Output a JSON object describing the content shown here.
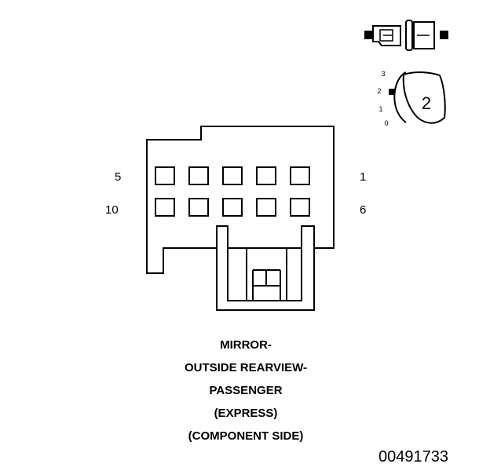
{
  "pin_labels": {
    "top_left": "5",
    "top_right": "1",
    "bottom_left": "10",
    "bottom_right": "6"
  },
  "caption": {
    "line1": "MIRROR-",
    "line2": "OUTSIDE REARVIEW-",
    "line3": "PASSENGER",
    "line4": "(EXPRESS)",
    "line5": "(COMPONENT SIDE)"
  },
  "figure_number": "00491733",
  "key_indicator": {
    "badge": "2",
    "positions": [
      "3",
      "2",
      "1",
      "0"
    ]
  }
}
